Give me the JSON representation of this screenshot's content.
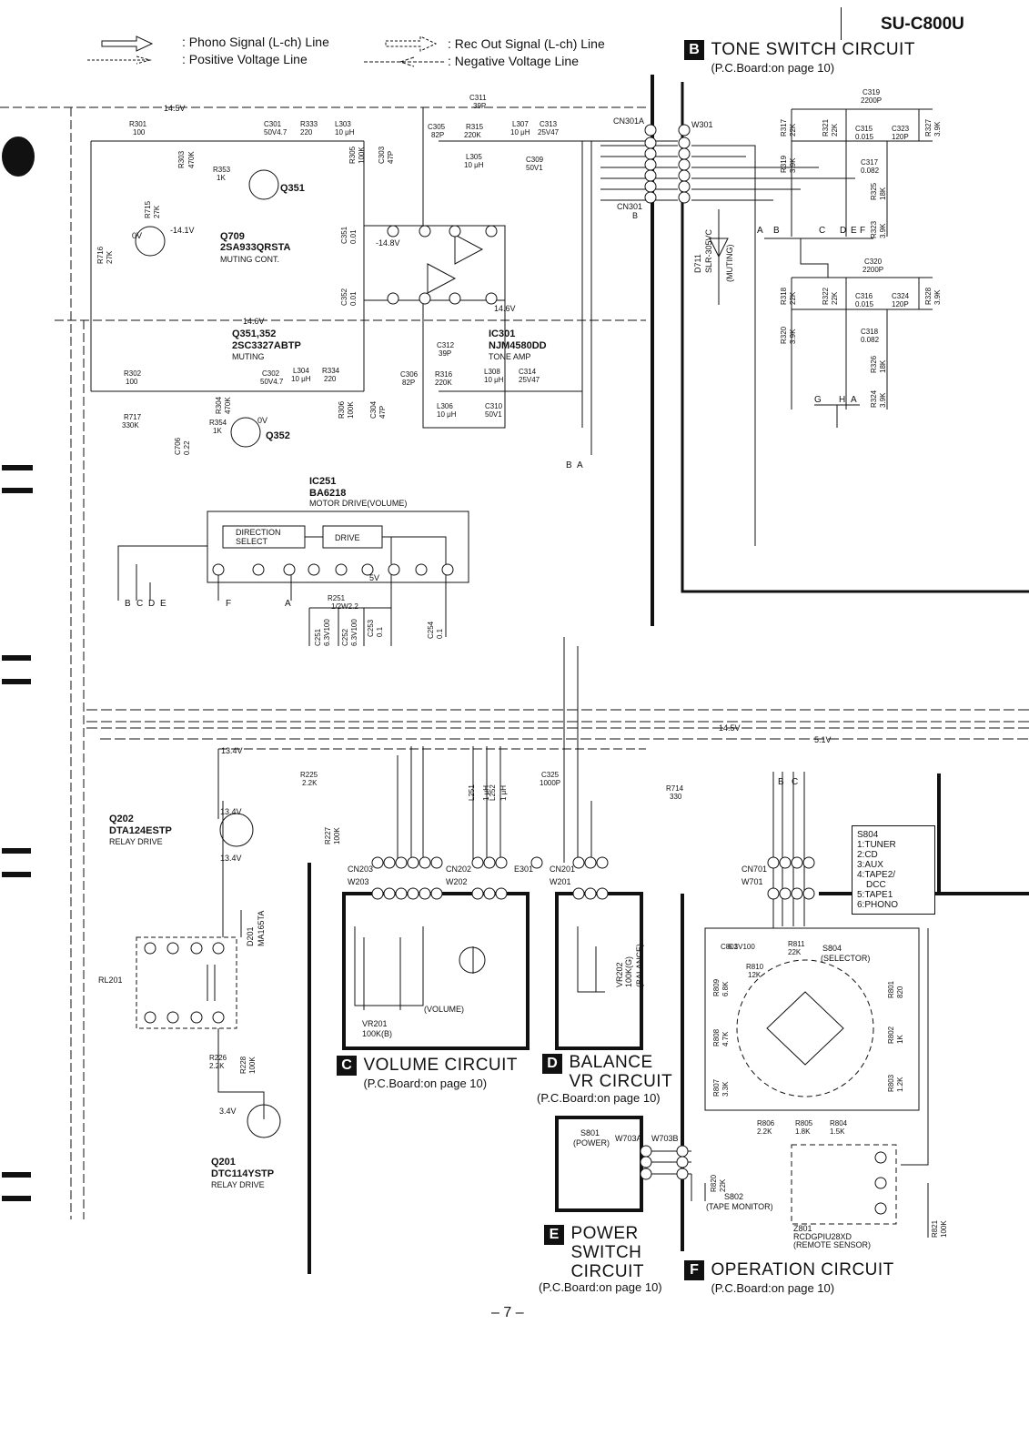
{
  "model": "SU-C800U",
  "legend": {
    "phono": ": Phono Signal (L-ch) Line",
    "positive": ": Positive Voltage Line",
    "recout": ": Rec Out Signal (L-ch) Line",
    "negative": ": Negative Voltage Line"
  },
  "sections": {
    "B": {
      "letter": "B",
      "title": "TONE SWITCH  CIRCUIT",
      "sub": "(P.C.Board:on page 10)"
    },
    "C": {
      "letter": "C",
      "title": "VOLUME  CIRCUIT",
      "sub": "(P.C.Board:on page 10)"
    },
    "D": {
      "letter": "D",
      "title1": "BALANCE",
      "title2": "VR CIRCUIT",
      "sub": "(P.C.Board:on page 10)"
    },
    "E": {
      "letter": "E",
      "title1": "POWER",
      "title2": "SWITCH",
      "title3": "CIRCUIT",
      "sub": "(P.C.Board:on page 10)"
    },
    "F": {
      "letter": "F",
      "title": "OPERATION  CIRCUIT",
      "sub": "(P.C.Board:on page 10)"
    }
  },
  "ics": {
    "ic301": {
      "ref": "IC301",
      "part": "NJM4580DD",
      "func": "TONE AMP"
    },
    "ic251": {
      "ref": "IC251",
      "part": "BA6218",
      "func": "MOTOR DRIVE(VOLUME)",
      "block1": "DIRECTION",
      "block1b": "SELECT",
      "block2": "DRIVE"
    }
  },
  "transistors": {
    "q351": {
      "ref": "Q351"
    },
    "q352": {
      "ref": "Q352"
    },
    "q709": {
      "ref": "Q709",
      "part": "2SA933QRSTA",
      "func": "MUTING CONT."
    },
    "q351_352": {
      "ref": "Q351,352",
      "part": "2SC3327ABTP",
      "func": "MUTING"
    },
    "q202": {
      "ref": "Q202",
      "part": "DTA124ESTP",
      "func": "RELAY DRIVE"
    },
    "q201": {
      "ref": "Q201",
      "part": "DTC114YSTP",
      "func": "RELAY DRIVE"
    }
  },
  "switch_list": {
    "title": "S804",
    "items": [
      "1:TUNER",
      "2:CD",
      "3:AUX",
      "4:TAPE2/",
      "DCC",
      "5:TAPE1",
      "6:PHONO"
    ]
  },
  "misc": {
    "d711": "D711",
    "d711_part": "SLR-305VC",
    "muting": "(MUTING)",
    "d201": "D201",
    "d201_part": "MA165TA",
    "rl201": "RL201",
    "vr201": "VR201",
    "vr201_val": "100K(B)",
    "volume": "(VOLUME)",
    "vr202": "VR202",
    "vr202_val": "100K(G)",
    "balance": "(BALANCE)",
    "s801": "S801",
    "power": "(POWER)",
    "s802": "S802",
    "tape_monitor": "(TAPE MONITOR)",
    "s804": "S804",
    "selector": "(SELECTOR)",
    "z801": "Z801",
    "z801_part": "RCDGPIU28XD",
    "remote": "(REMOTE SENSOR)",
    "page": "– 7 –"
  },
  "voltages": [
    "14.5V",
    "-14.1V",
    "0V",
    "-14.8V",
    "14.6V",
    "14.6V",
    "13.4V",
    "13.4V",
    "13.4V",
    "3.4V",
    "14.5V",
    "5.1V",
    "0V",
    "5V"
  ],
  "components": [
    "R301",
    "100",
    "C301",
    "50V4.7",
    "R333",
    "220",
    "L303",
    "10 μH",
    "C305",
    "82P",
    "R315",
    "220K",
    "L307",
    "10 μH",
    "C313",
    "25V47",
    "C311",
    "39P",
    "R303",
    "470K",
    "R353",
    "1K",
    "R305",
    "100K",
    "C303",
    "47P",
    "L305",
    "10 μH",
    "C309",
    "50V1",
    "R715",
    "27K",
    "R716",
    "27K",
    "C351",
    "0.01",
    "C352",
    "0.01",
    "R302",
    "100",
    "C302",
    "50V4.7",
    "L304",
    "10 μH",
    "R334",
    "220",
    "C306",
    "82P",
    "R316",
    "220K",
    "L308",
    "10 μH",
    "C314",
    "25V47",
    "C312",
    "39P",
    "R304",
    "470K",
    "R354",
    "1K",
    "R717",
    "330K",
    "C706",
    "0.22",
    "R306",
    "100K",
    "C304",
    "47P",
    "L306",
    "10 μH",
    "C310",
    "50V1",
    "C319",
    "2200P",
    "R317",
    "22K",
    "R321",
    "22K",
    "C315",
    "0.015",
    "C323",
    "120P",
    "R327",
    "3.9K",
    "R319",
    "3.9K",
    "C317",
    "0.082",
    "R325",
    "18K",
    "R323",
    "3.9K",
    "C320",
    "2200P",
    "R318",
    "22K",
    "R322",
    "22K",
    "C316",
    "0.015",
    "C324",
    "120P",
    "R328",
    "3.9K",
    "R320",
    "3.9K",
    "C318",
    "0.082",
    "R326",
    "18K",
    "R324",
    "3.9K",
    "R251",
    "1/2W2.2",
    "C251",
    "6.3V100",
    "C252",
    "6.3V100",
    "C253",
    "0.1",
    "C254",
    "0.1",
    "R225",
    "2.2K",
    "R227",
    "100K",
    "L251",
    "1 μH",
    "L252",
    "1 μH",
    "C325",
    "1000P",
    "R714",
    "330",
    "R226",
    "2.2K",
    "R228",
    "100K",
    "C801",
    "6.3V100",
    "R811",
    "22K",
    "R810",
    "12K",
    "R809",
    "6.8K",
    "R808",
    "4.7K",
    "R807",
    "3.3K",
    "R801",
    "820",
    "R802",
    "1K",
    "R803",
    "1.2K",
    "R806",
    "2.2K",
    "R805",
    "1.8K",
    "R804",
    "1.5K",
    "R820",
    "22K",
    "R821",
    "100K"
  ],
  "connectors": [
    "CN301A",
    "W301",
    "CN301",
    "B",
    "CN203",
    "W203",
    "CN202",
    "W202",
    "E301",
    "CN201",
    "W201",
    "CN701",
    "W701",
    "W703A",
    "W703B"
  ],
  "pin_letters": [
    "A",
    "B",
    "C",
    "D",
    "E",
    "F",
    "G",
    "H",
    "A",
    "B",
    "A",
    "B",
    "C",
    "D",
    "E",
    "F",
    "A",
    "B",
    "C"
  ]
}
